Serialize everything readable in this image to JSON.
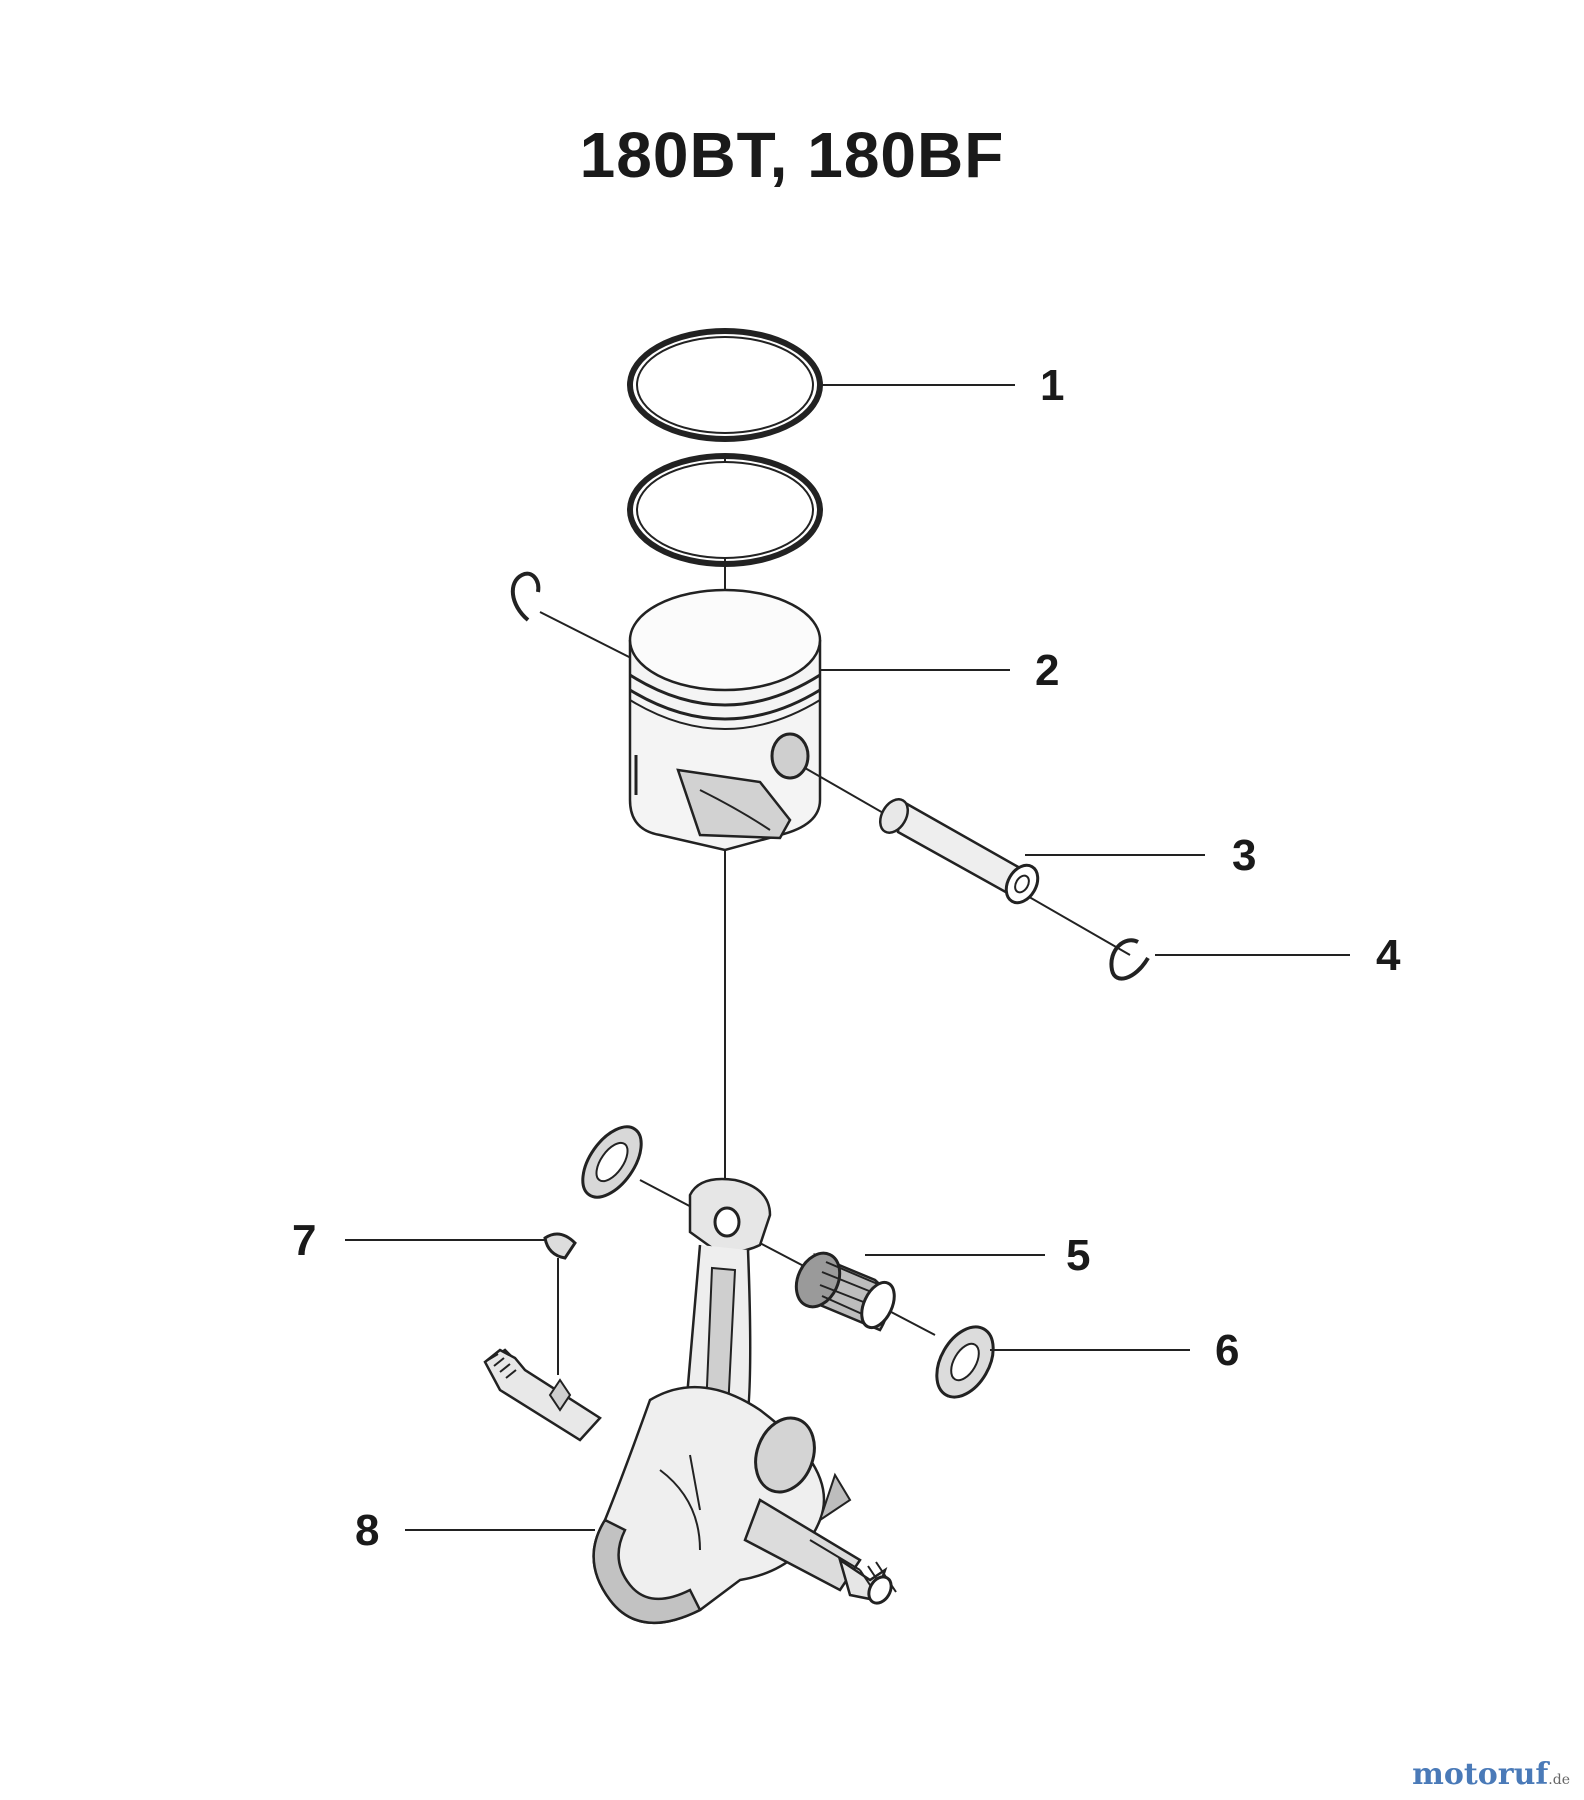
{
  "title": "180BT, 180BF",
  "colors": {
    "line": "#222222",
    "part_fill": "#f2f2f2",
    "part_shade": "#bdbdbd",
    "watermark": "#4a7ab8"
  },
  "callouts": [
    {
      "number": "1",
      "part": "piston-rings"
    },
    {
      "number": "2",
      "part": "piston"
    },
    {
      "number": "3",
      "part": "piston-pin"
    },
    {
      "number": "4",
      "part": "circlip"
    },
    {
      "number": "5",
      "part": "needle-bearing"
    },
    {
      "number": "6",
      "part": "thrust-washer"
    },
    {
      "number": "7",
      "part": "woodruff-key"
    },
    {
      "number": "8",
      "part": "crankshaft-assembly"
    }
  ],
  "watermark": {
    "name": "motoruf",
    "tld": ".de"
  }
}
